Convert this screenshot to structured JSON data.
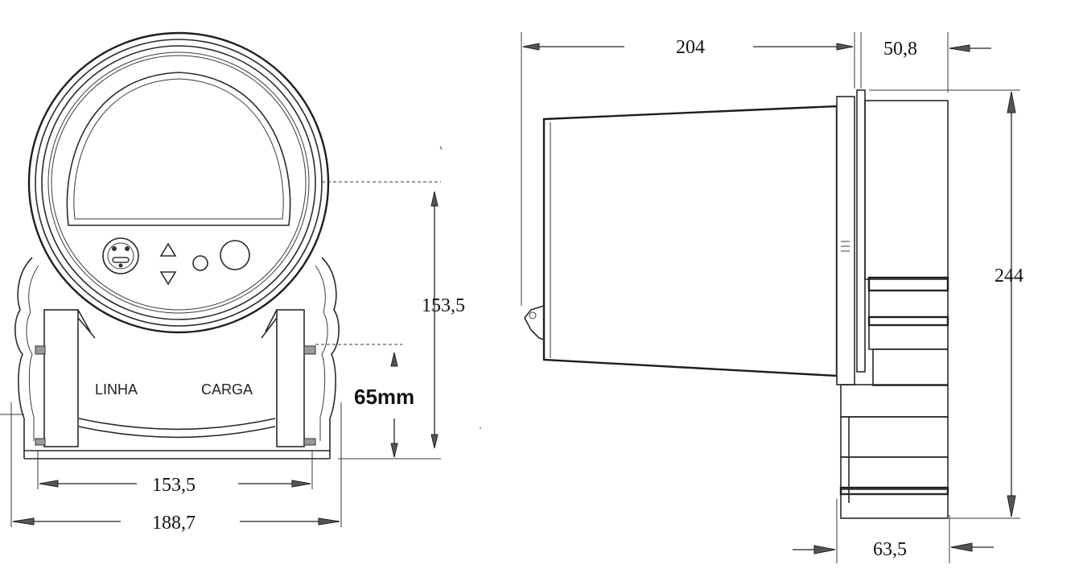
{
  "front_view": {
    "labels": {
      "line": "LINHA",
      "load": "CARGA",
      "terminal_spacing": "65mm"
    },
    "dimensions": {
      "height": "153,5",
      "inner_width": "153,5",
      "outer_width": "188,7"
    }
  },
  "side_view": {
    "dimensions": {
      "body_length": "204",
      "flange_to_back": "50,8",
      "height": "244",
      "base_depth": "63,5"
    }
  }
}
